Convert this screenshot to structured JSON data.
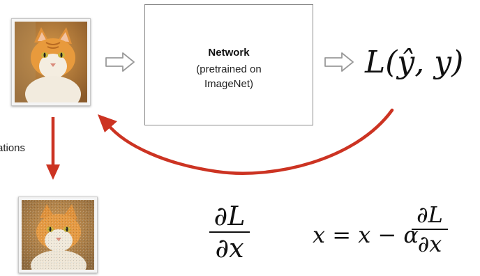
{
  "network": {
    "title": "Network",
    "subtitle_line1": "(pretrained on",
    "subtitle_line2": "ImageNet)"
  },
  "side_label": "ations",
  "loss": {
    "prefix": "L(",
    "yhat": "ŷ",
    "rest": ", y)"
  },
  "gradient": {
    "numerator": "∂L",
    "denominator": "∂x"
  },
  "update": {
    "lhs": "x = x − α",
    "numerator": "∂L",
    "denominator": "∂x"
  },
  "colors": {
    "arrow_red": "#cc3322",
    "outline_arrow": "#9a9a9a"
  }
}
